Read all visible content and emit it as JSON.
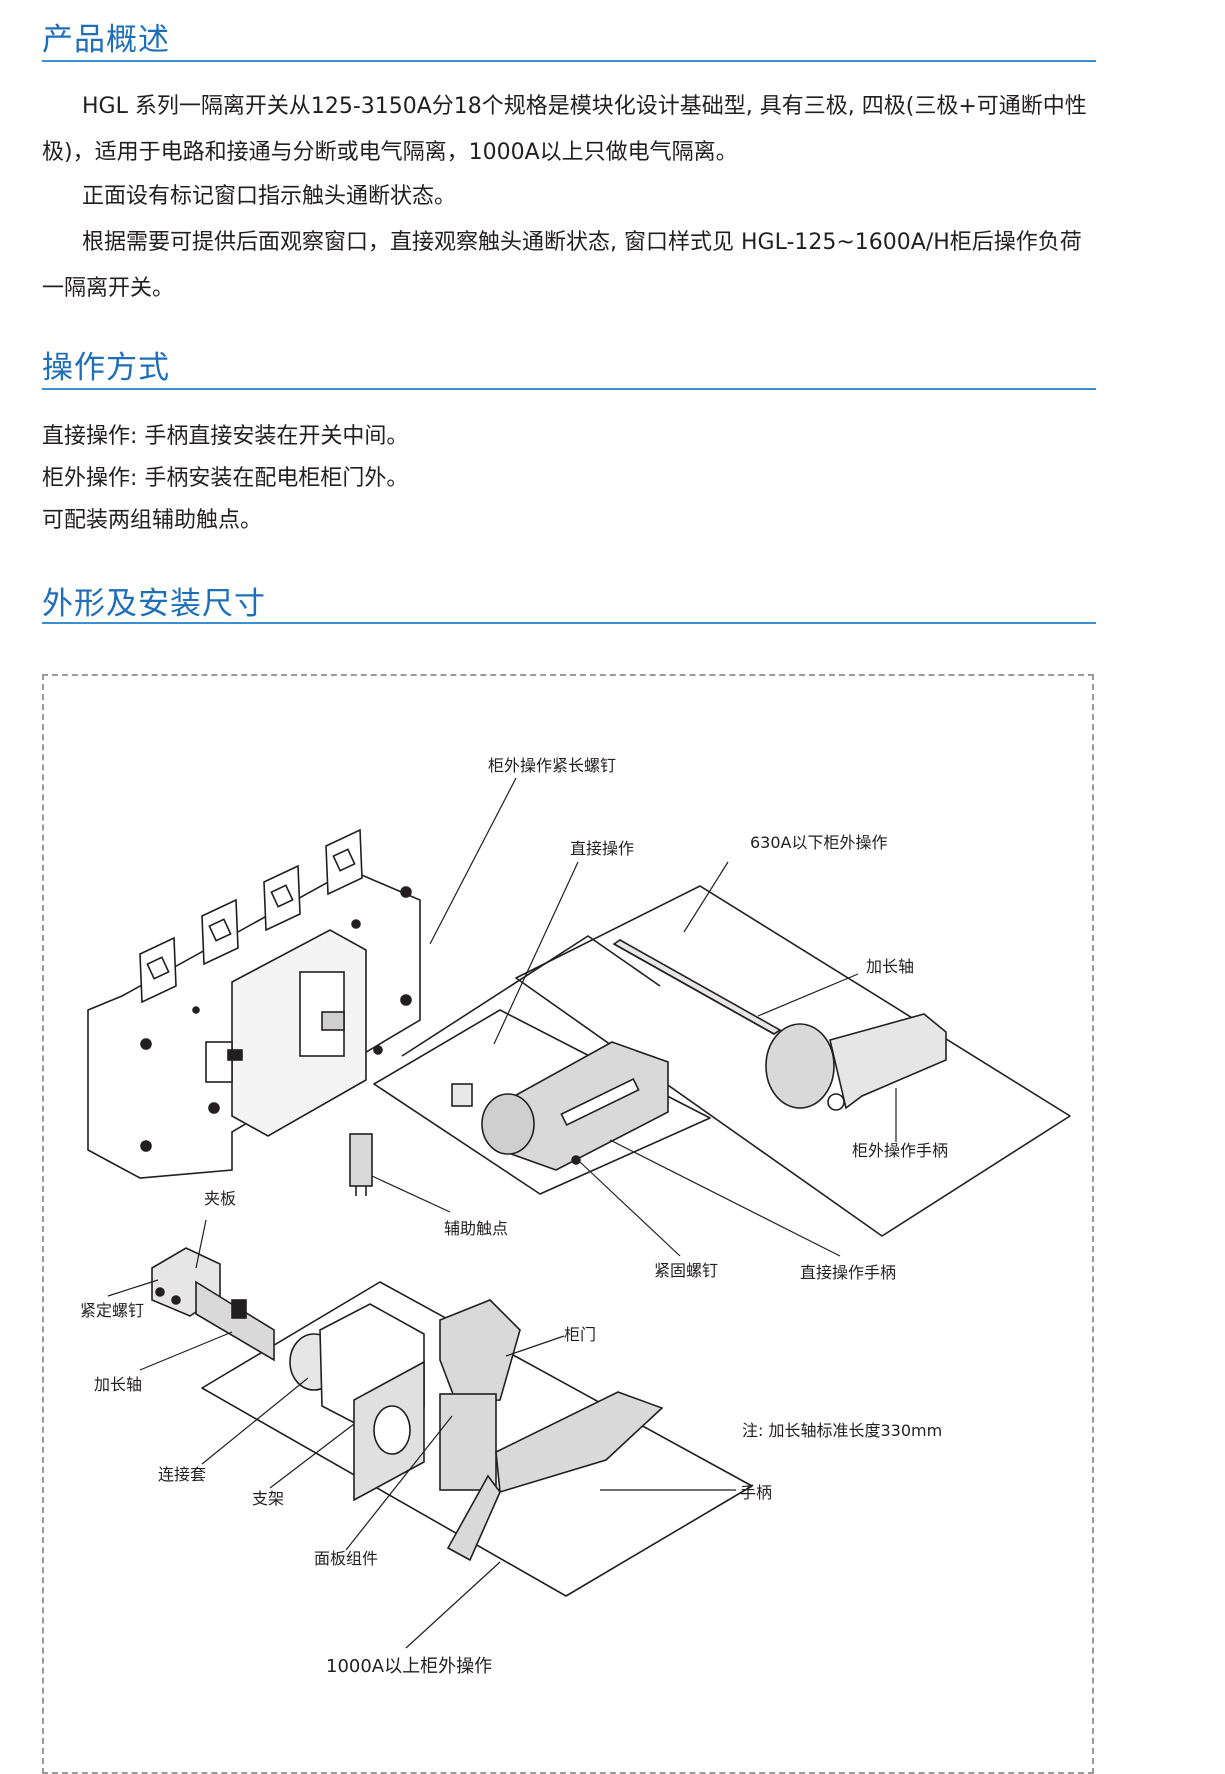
{
  "section1": {
    "title": "产品概述",
    "p1": "HGL 系列一隔离开关从125-3150A分18个规格是模块化设计基础型, 具有三极, 四极(三极+可通断中性极)，适用于电路和接通与分断或电气隔离，1000A以上只做电气隔离。",
    "p2": "正面设有标记窗口指示触头通断状态。",
    "p3": "根据需要可提供后面观察窗口，直接观察触头通断状态, 窗口样式见 HGL-125~1600A/H柜后操作负荷一隔离开关。"
  },
  "section2": {
    "title": "操作方式",
    "lines": [
      "直接操作:  手柄直接安装在开关中间。",
      "柜外操作:  手柄安装在配电柜柜门外。",
      "可配装两组辅助触点。"
    ]
  },
  "section3": {
    "title": "外形及安装尺寸"
  },
  "diagram": {
    "labels": {
      "extension_screw": "柜外操作紧长螺钉",
      "direct_operation": "直接操作",
      "below_630": "630A以下柜外操作",
      "extension_shaft_top": "加长轴",
      "external_handle": "柜外操作手柄",
      "clamp_plate": "夹板",
      "aux_contact": "辅助触点",
      "fastening_screw": "紧固螺钉",
      "direct_handle": "直接操作手柄",
      "set_screw": "紧定螺钉",
      "extension_shaft_left": "加长轴",
      "cabinet_door": "柜门",
      "note": "注:  加长轴标准长度330mm",
      "coupling_sleeve": "连接套",
      "handle": "手柄",
      "bracket": "支架",
      "panel_assembly": "面板组件",
      "above_1000": "1000A以上柜外操作"
    }
  }
}
